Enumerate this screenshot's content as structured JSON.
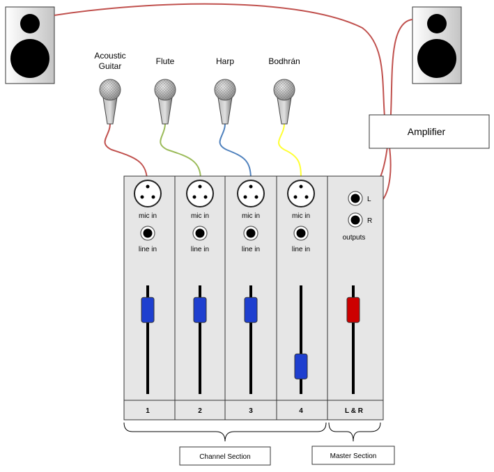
{
  "instruments": [
    {
      "name": "Acoustic Guitar",
      "line1": "Acoustic",
      "line2": "Guitar",
      "cable_color": "#c0504d"
    },
    {
      "name": "Flute",
      "cable_color": "#9bbb59"
    },
    {
      "name": "Harp",
      "cable_color": "#4f81bd"
    },
    {
      "name": "Bodhrán",
      "cable_color": "#ffff33"
    }
  ],
  "amplifier": {
    "label": "Amplifier"
  },
  "channels": [
    {
      "number": "1",
      "mic_label": "mic in",
      "line_label": "line in",
      "fader_color": "#1e3fcf",
      "fader_level": 0.8
    },
    {
      "number": "2",
      "mic_label": "mic in",
      "line_label": "line in",
      "fader_color": "#1e3fcf",
      "fader_level": 0.8
    },
    {
      "number": "3",
      "mic_label": "mic in",
      "line_label": "line in",
      "fader_color": "#1e3fcf",
      "fader_level": 0.8
    },
    {
      "number": "4",
      "mic_label": "mic in",
      "line_label": "line in",
      "fader_color": "#1e3fcf",
      "fader_level": 0.28
    }
  ],
  "master": {
    "number": "L & R",
    "out_left": "L",
    "out_right": "R",
    "outputs_label": "outputs",
    "fader_color": "#cc0000",
    "fader_level": 0.8
  },
  "sections": {
    "channel": "Channel Section",
    "master": "Master Section"
  },
  "colors": {
    "speaker_cable": "#c0504d",
    "mixer_panel": "#e6e6e6"
  }
}
